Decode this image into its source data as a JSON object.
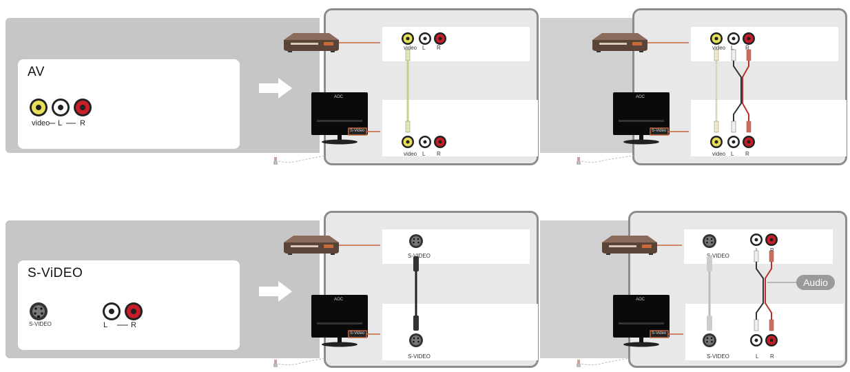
{
  "rows": {
    "av": {
      "title": "AV",
      "video_label": "video",
      "l_label": "L",
      "r_label": "R"
    },
    "svideo": {
      "title": "S-ViDEO",
      "svideo_label": "S-VIDEO",
      "l_label": "L",
      "r_label": "R",
      "audio_label": "Audio"
    }
  },
  "monitor": {
    "brand": "AOC",
    "port_label": "S-Video"
  },
  "colors": {
    "video_jack": "#e8e05a",
    "audio_left_jack": "#ffffff",
    "audio_right_jack": "#c81e2a",
    "video_cable": "#c9cf8a",
    "audio_cable_red": "#b5302a",
    "accent_line": "#c8643c",
    "band_gray": "#c6c6c6",
    "panel_bg": "#e8e8e8"
  }
}
